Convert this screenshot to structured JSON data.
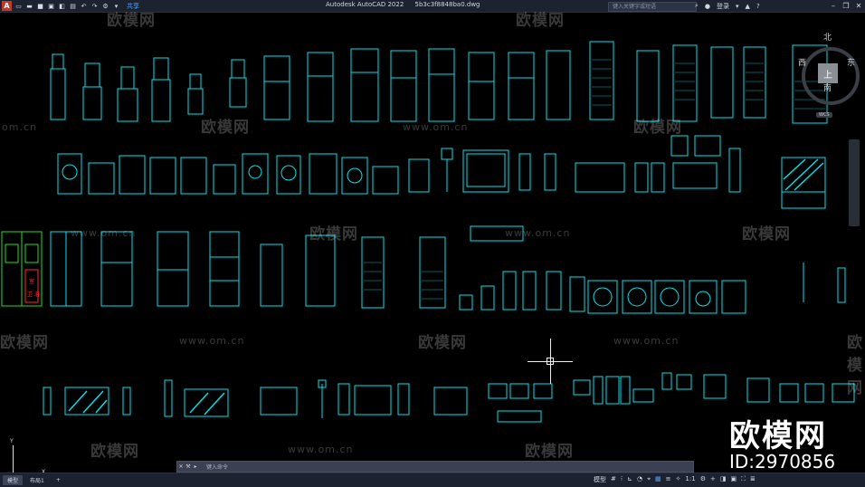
{
  "titlebar": {
    "app_icon": "A",
    "share_label": "共享",
    "app_name": "Autodesk AutoCAD 2022",
    "file_name": "5b3c3f8848ba0.dwg",
    "search_placeholder": "键入关键字或短语",
    "login_label": "登录",
    "icons": [
      "new-icon",
      "open-icon",
      "save-icon",
      "saveas-icon",
      "web-icon",
      "print-icon",
      "undo-icon",
      "redo-icon",
      "workspace-icon",
      "share-icon",
      "search-icon",
      "user-icon",
      "cart-icon",
      "a360-icon",
      "help-icon",
      "minimize-icon",
      "restore-icon",
      "close-icon"
    ]
  },
  "viewcube": {
    "north": "北",
    "south": "南",
    "east": "东",
    "west": "西",
    "top_face": "上",
    "wcs": "WCS"
  },
  "watermark": {
    "brand": "欧模网",
    "url": "www.om.cn",
    "partial_url": "om.cn"
  },
  "ucs": {
    "x": "X",
    "y": "Y"
  },
  "brand_overlay": {
    "logo": "欧模网",
    "id_label": "ID:2970856"
  },
  "drawing_text": {
    "fridge_label_1": "室",
    "fridge_label_2": "卫 浴"
  },
  "command_line": {
    "placeholder": "键入命令",
    "icons": [
      "close-icon",
      "wrench-icon",
      "prompt-icon"
    ]
  },
  "status_bar": {
    "tabs": [
      {
        "label": "模型",
        "active": true
      },
      {
        "label": "布局1",
        "active": false
      }
    ],
    "add_tab": "+",
    "model_label": "模型",
    "scale_label": "1:1",
    "colors": {
      "cad_cyan": "#00e5ee",
      "cad_green": "#22dd22",
      "cad_red": "#ff2a2a",
      "background": "#000000"
    }
  }
}
